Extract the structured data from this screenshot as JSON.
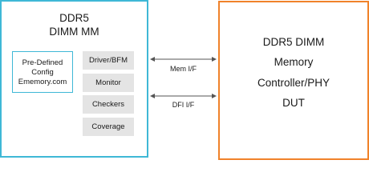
{
  "vip": {
    "title_line1": "DDR5",
    "title_line2": "DIMM MM",
    "config": {
      "line1": "Pre-Defined",
      "line2": "Config",
      "line3": "Ememory.com"
    },
    "components": [
      "Driver/BFM",
      "Monitor",
      "Checkers",
      "Coverage"
    ]
  },
  "interfaces": {
    "mem": "Mem I/F",
    "dfi": "DFI I/F"
  },
  "dut": {
    "lines": [
      "DDR5 DIMM",
      "Memory",
      "Controller/PHY",
      "DUT"
    ]
  },
  "colors": {
    "vip_border": "#3fb8d6",
    "dut_border": "#f0822a",
    "component_fill": "#e4e4e4",
    "arrow": "#555555"
  }
}
